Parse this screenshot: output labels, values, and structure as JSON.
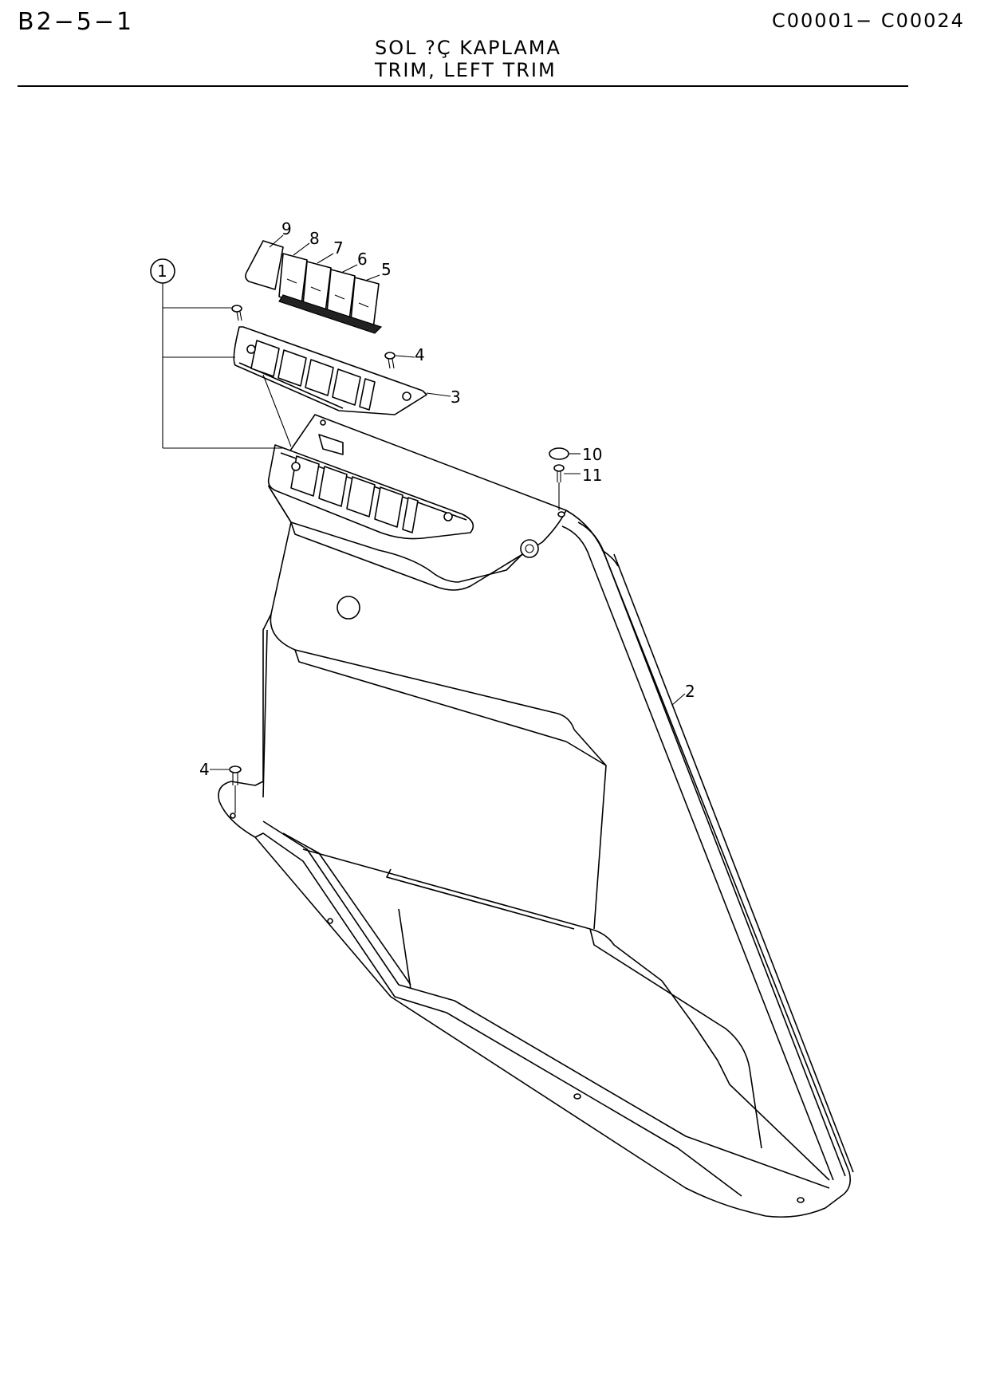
{
  "header": {
    "page_code": "B2−5−1",
    "serial_range": "C00001− C00024",
    "title_tr": "SOL ?Ç KAPLAMA",
    "title_en": "TRIM, LEFT TRIM"
  },
  "callouts": {
    "c1": "1",
    "c2": "2",
    "c3": "3",
    "c4_top": "4",
    "c4_bottom": "4",
    "c5": "5",
    "c6": "6",
    "c7": "7",
    "c8": "8",
    "c9": "9",
    "c10": "10",
    "c11": "11"
  }
}
